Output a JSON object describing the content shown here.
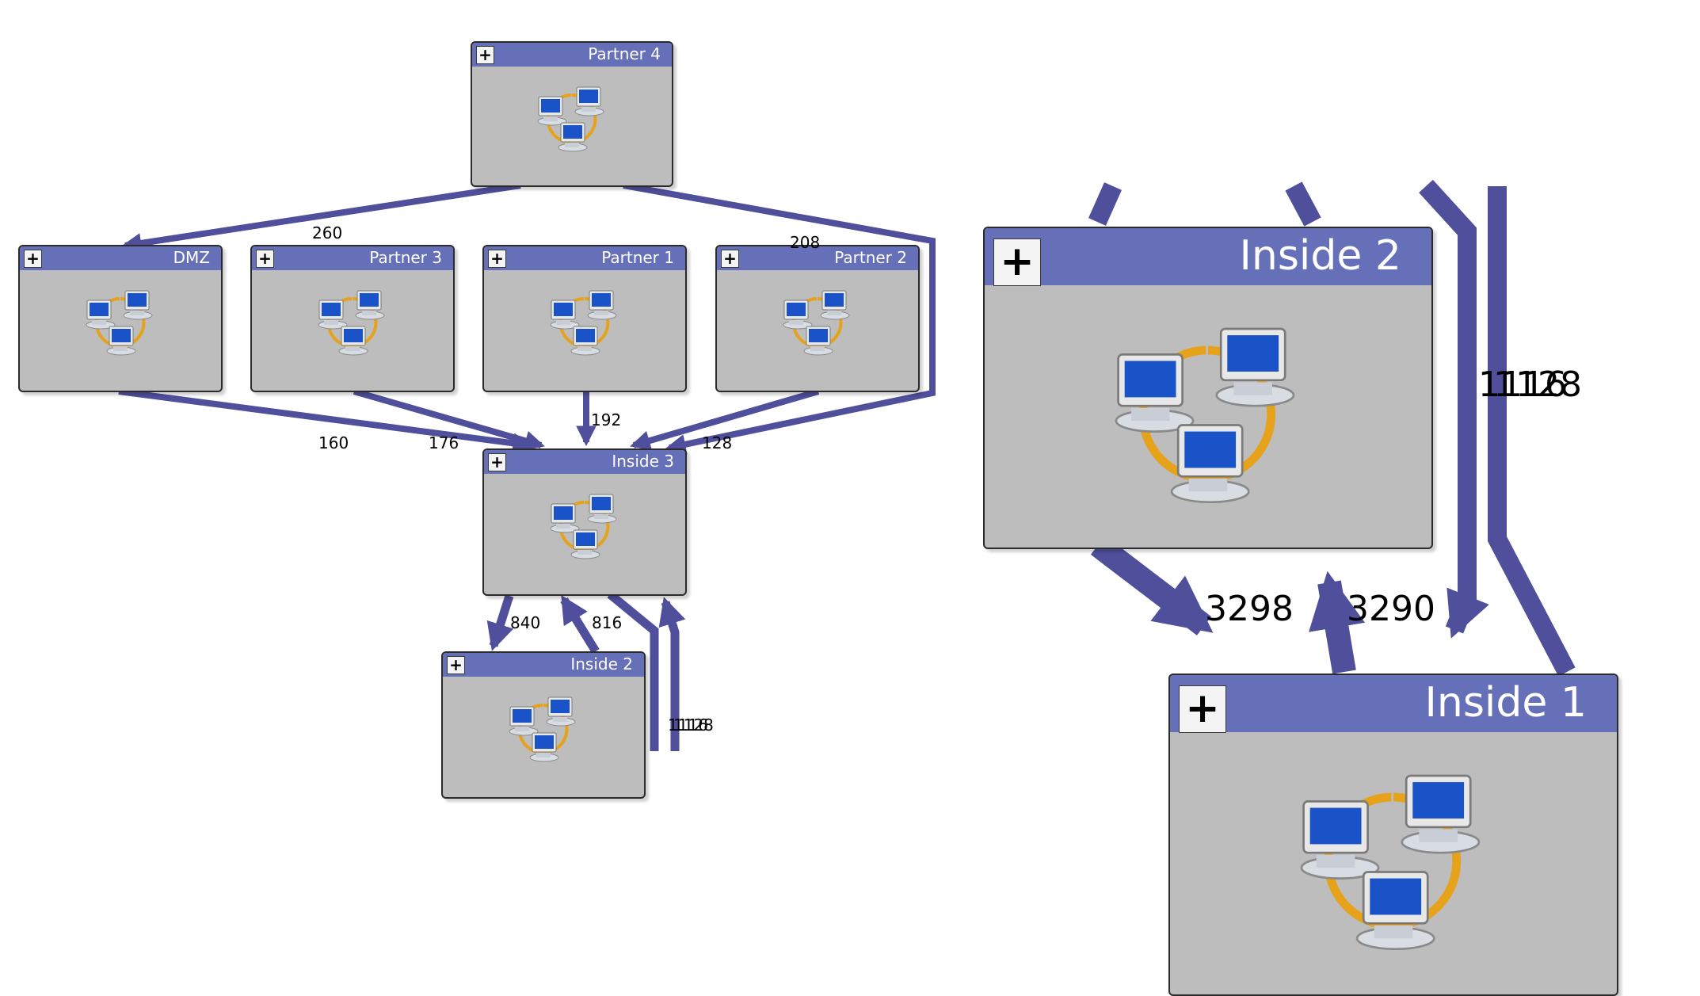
{
  "left_view": {
    "nodes": {
      "partner4": {
        "name": "Partner 4",
        "expand": "+"
      },
      "dmz": {
        "name": "DMZ",
        "expand": "+"
      },
      "partner3": {
        "name": "Partner 3",
        "expand": "+"
      },
      "partner1": {
        "name": "Partner 1",
        "expand": "+"
      },
      "partner2": {
        "name": "Partner 2",
        "expand": "+"
      },
      "inside3": {
        "name": "Inside 3",
        "expand": "+"
      },
      "inside2": {
        "name": "Inside 2",
        "expand": "+"
      }
    },
    "edge_labels": {
      "partner4_dmz": "260",
      "partner4_inside3": "208",
      "dmz_inside3": "160",
      "partner3_inside3": "176",
      "partner1_inside3": "192",
      "partner2_inside3": "128",
      "inside3_inside2": "840",
      "inside2_inside3": "816",
      "inside3_down_a": "1116",
      "inside3_down_b": "1128"
    }
  },
  "right_view": {
    "nodes": {
      "inside2": {
        "name": "Inside 2",
        "expand": "+"
      },
      "inside1": {
        "name": "Inside 1",
        "expand": "+"
      }
    },
    "edge_labels": {
      "inside2_inside1": "3298",
      "inside1_inside2": "3290",
      "outer_a": "1116",
      "outer_b": "1128"
    }
  },
  "colors": {
    "edge": "#4f4f9c",
    "header": "#6670b8",
    "node_body": "#bdbdbd"
  }
}
